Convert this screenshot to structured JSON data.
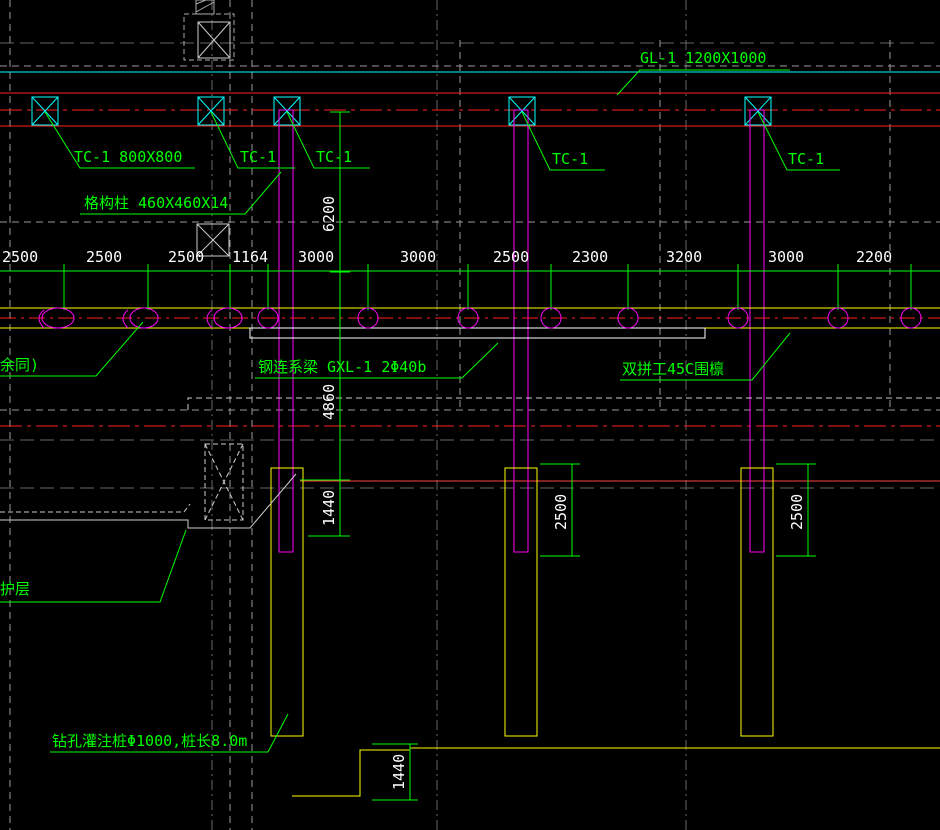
{
  "colors": {
    "background": "#000000",
    "label_green": "#00ff00",
    "leader_green": "#00ff00",
    "dim_green": "#00ff00",
    "cyan": "#00ffff",
    "red": "#ff0000",
    "magenta": "#ff00ff",
    "yellow": "#ffff00",
    "white": "#ffffff",
    "grey": "#808080"
  },
  "labels": {
    "gl1": "GL-1 1200X1000",
    "tc1_full": "TC-1 800X800",
    "tc1_a": "TC-1",
    "tc1_b": "TC-1",
    "tc1_c": "TC-1",
    "tc1_d": "TC-1",
    "lattice_column": "格构柱 460X460X14",
    "steel_bracing": "钢连系梁 GXL-1 2Φ40b",
    "purlin": "双拼工45C围檩",
    "left_partial_1": "余同)",
    "left_partial_2": "护层",
    "pile": "钻孔灌注桩Φ1000,桩长8.0m"
  },
  "dimensions": {
    "spacing": [
      "2500",
      "2500",
      "2500",
      "1164",
      "3000",
      "3000",
      "2500",
      "2300",
      "3200",
      "3000",
      "2200"
    ],
    "v_6200": "6200",
    "v_4860": "4860",
    "v_1440_top": "1440",
    "v_2500_a": "2500",
    "v_2500_b": "2500",
    "v_1440_bottom": "1440"
  },
  "icons": {
    "pile_cap_symbol": "square-with-x",
    "column_symbol": "square-with-x"
  }
}
